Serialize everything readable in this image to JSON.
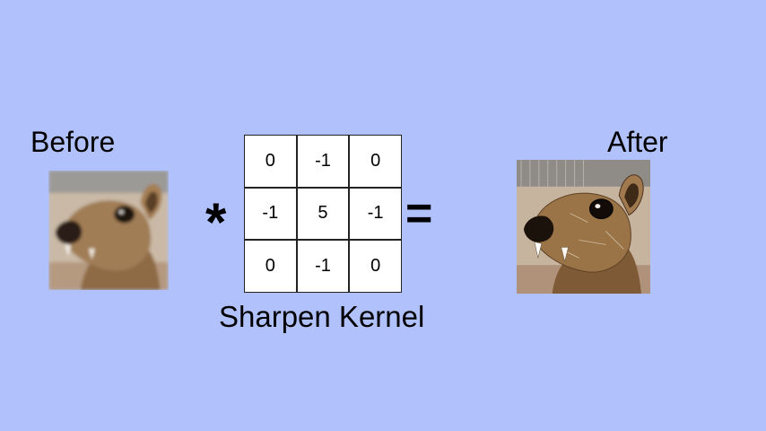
{
  "labels": {
    "before": "Before",
    "after": "After",
    "kernel": "Sharpen Kernel"
  },
  "operators": {
    "convolve": "*",
    "equals": "="
  },
  "kernel": {
    "rows": [
      [
        "0",
        "-1",
        "0"
      ],
      [
        "-1",
        "5",
        "-1"
      ],
      [
        "0",
        "-1",
        "0"
      ]
    ]
  },
  "images": {
    "before": "blurry-rodent-photo",
    "after": "sharpened-rodent-photo"
  },
  "colors": {
    "background": "#b1c1fb",
    "grid_line": "#222222",
    "cell": "#ffffff"
  }
}
